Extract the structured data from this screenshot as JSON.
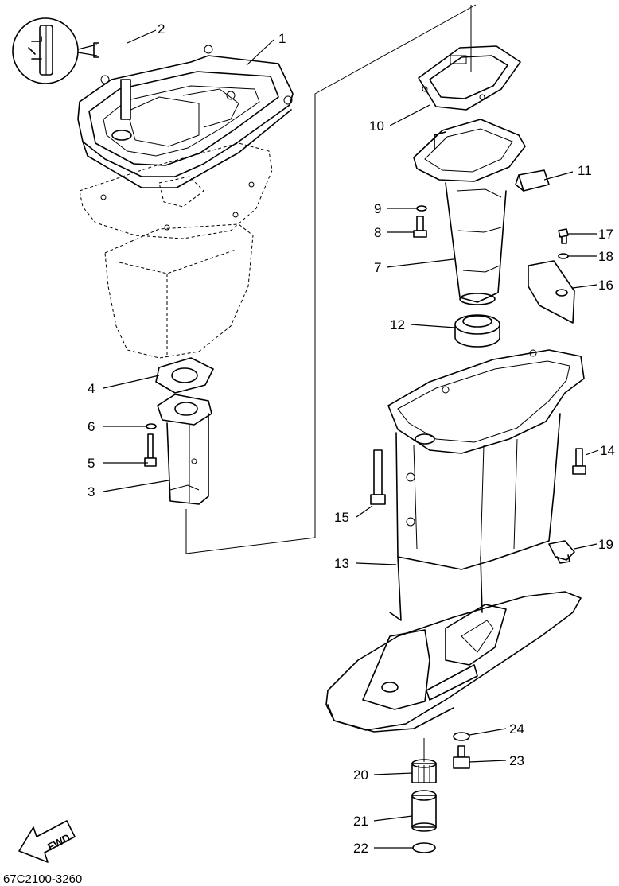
{
  "callouts": [
    {
      "id": "1",
      "label": "1"
    },
    {
      "id": "2",
      "label": "2"
    },
    {
      "id": "3",
      "label": "3"
    },
    {
      "id": "4",
      "label": "4"
    },
    {
      "id": "5",
      "label": "5"
    },
    {
      "id": "6",
      "label": "6"
    },
    {
      "id": "7",
      "label": "7"
    },
    {
      "id": "8",
      "label": "8"
    },
    {
      "id": "9",
      "label": "9"
    },
    {
      "id": "10",
      "label": "10"
    },
    {
      "id": "11",
      "label": "11"
    },
    {
      "id": "12",
      "label": "12"
    },
    {
      "id": "13",
      "label": "13"
    },
    {
      "id": "14",
      "label": "14"
    },
    {
      "id": "15",
      "label": "15"
    },
    {
      "id": "16",
      "label": "16"
    },
    {
      "id": "17",
      "label": "17"
    },
    {
      "id": "18",
      "label": "18"
    },
    {
      "id": "19",
      "label": "19"
    },
    {
      "id": "20",
      "label": "20"
    },
    {
      "id": "21",
      "label": "21"
    },
    {
      "id": "22",
      "label": "22"
    },
    {
      "id": "23",
      "label": "23"
    },
    {
      "id": "24",
      "label": "24"
    }
  ],
  "direction_arrow": {
    "label": "FWD"
  },
  "part_code": "67C2100-3260"
}
